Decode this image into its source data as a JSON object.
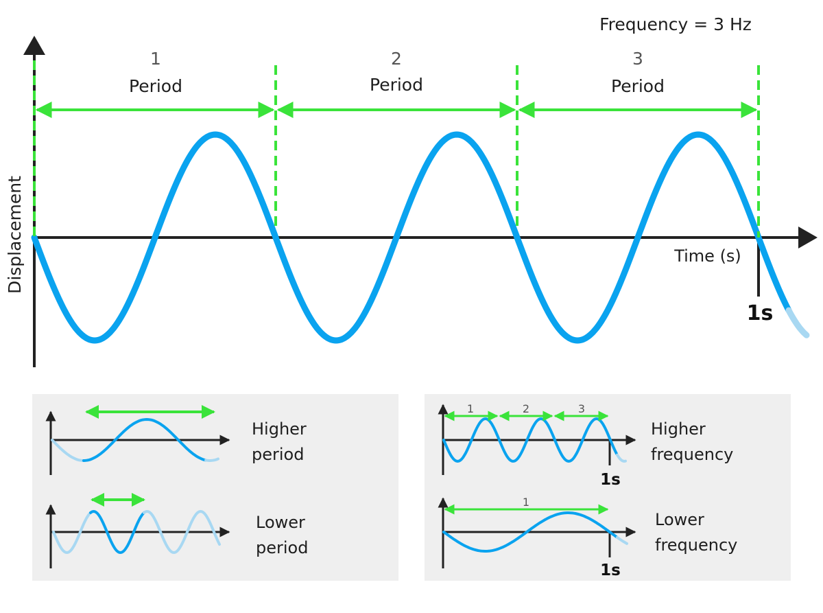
{
  "main": {
    "frequency_label": "Frequency = 3 Hz",
    "y_axis_label": "Displacement",
    "x_axis_label": "Time (s)",
    "one_second_label": "1s",
    "periods": [
      {
        "number": "1",
        "label": "Period"
      },
      {
        "number": "2",
        "label": "Period"
      },
      {
        "number": "3",
        "label": "Period"
      }
    ]
  },
  "panels": {
    "period": {
      "higher": [
        "Higher",
        "period"
      ],
      "lower": [
        "Lower",
        "period"
      ]
    },
    "frequency": {
      "higher": [
        "Higher",
        "frequency"
      ],
      "lower": [
        "Lower",
        "frequency"
      ],
      "higher_numbers": [
        "1",
        "2",
        "3"
      ],
      "lower_numbers": [
        "1"
      ],
      "one_second_label": "1s"
    }
  },
  "colors": {
    "wave": "#0aa3ef",
    "wave_light": "#a8d8f2",
    "marker": "#3ae33a",
    "axis": "#222222",
    "panel_bg": "#efefef"
  }
}
